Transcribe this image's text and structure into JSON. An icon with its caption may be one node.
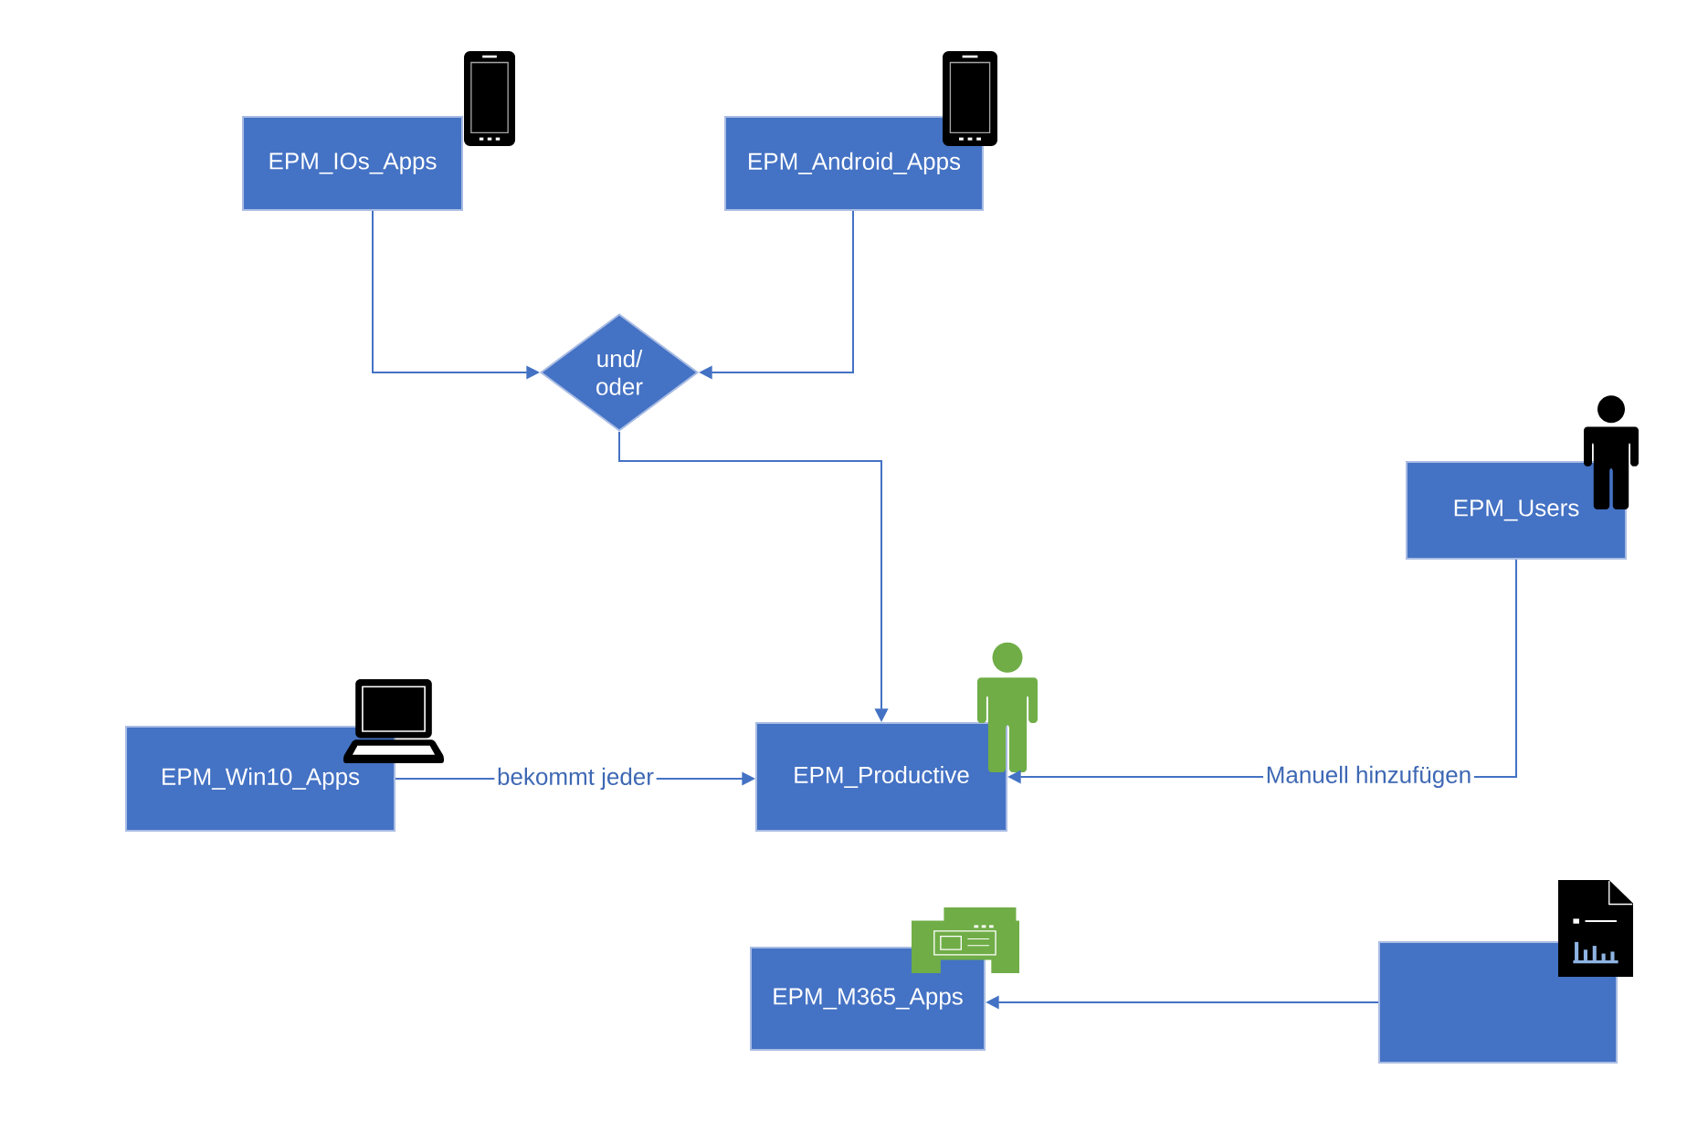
{
  "diagram": {
    "nodes": [
      {
        "text": [
          "EPM_IOs_Apps"
        ]
      },
      {
        "text": [
          "EPM_Android_Apps"
        ]
      },
      {
        "text": [
          "und/ oder"
        ]
      },
      {
        "text": [
          "EPM_Users"
        ]
      },
      {
        "text": [
          "EPM_Win10_Apps"
        ]
      },
      {
        "text": [
          "EPM_Productive"
        ]
      },
      {
        "text": [
          "EPM_M365_Apps"
        ]
      },
      {
        "text": [],
        "shape": "box"
      }
    ],
    "edges": [
      {
        "from": 0,
        "to": 2,
        "arrow": "to"
      },
      {
        "from": 1,
        "to": 2,
        "arrow": "to"
      },
      {
        "from": 2,
        "to": 5,
        "arrow": "to"
      },
      {
        "from": 4,
        "to": 5,
        "arrow": "to",
        "label": "bekommt jeder"
      },
      {
        "from": 3,
        "to": 5,
        "arrow": "to",
        "label": "Manuell hinzufügen"
      },
      {
        "from": 7,
        "to": 6,
        "arrow": "to"
      }
    ]
  }
}
